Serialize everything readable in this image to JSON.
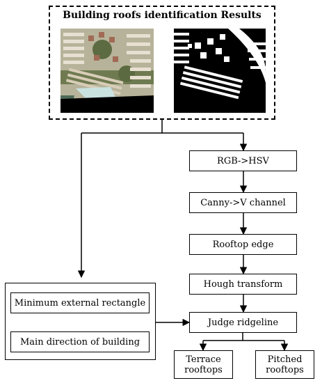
{
  "title": "Building roofs identification Results",
  "images": {
    "aerial": "aerial-photo-of-residential-area",
    "mask": "binary-roof-segmentation-mask"
  },
  "steps": {
    "rgb_hsv": "RGB->HSV",
    "canny": "Canny->V channel",
    "rooftop_edge": "Rooftop edge",
    "hough": "Hough transform",
    "judge": "Judge ridgeline",
    "terrace": "Terrace rooftops",
    "pitched": "Pitched rooftops",
    "min_rect": "Minimum external rectangle",
    "main_dir": "Main direction of building"
  },
  "colors": {
    "line": "#000000",
    "mask_fg": "#ffffff",
    "mask_bg": "#000000"
  }
}
